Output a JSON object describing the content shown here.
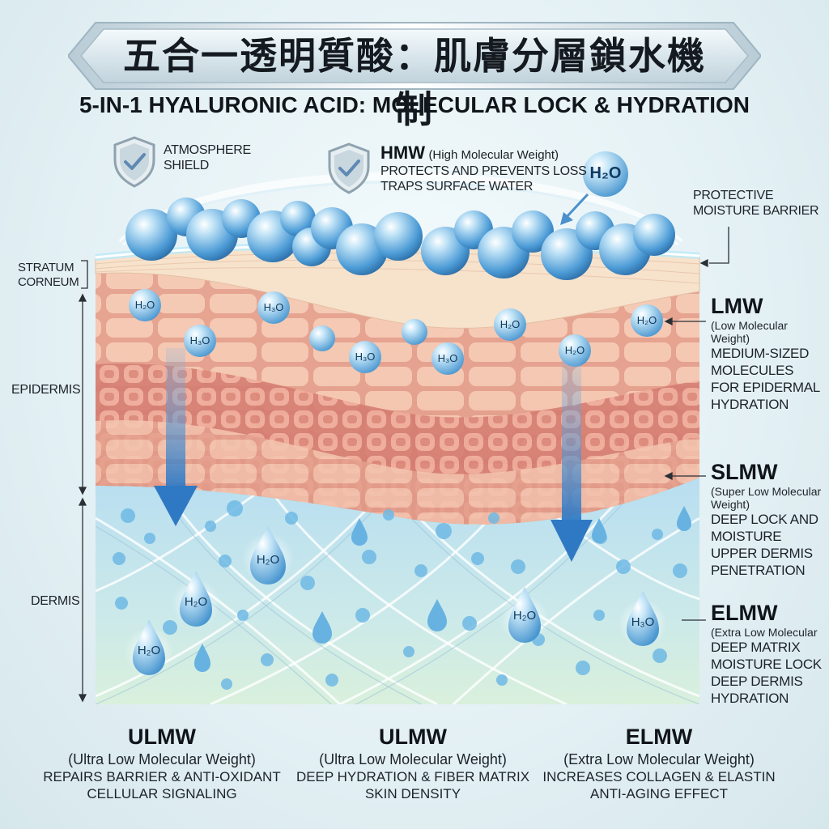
{
  "titles": {
    "chinese": "五合一透明質酸：肌膚分層鎖水機制",
    "english": "5-IN-1 HYALURONIC ACID: MOLECULAR LOCK & HYDRATION"
  },
  "top_labels": {
    "atmosphere_shield": [
      "ATMOSPHERE",
      "SHIELD"
    ],
    "hmw": {
      "heading": "HMW",
      "sub": "(High Molecular Weight)",
      "desc": [
        "PROTECTS AND PREVENTS LOSS",
        "TRAPS SURFACE WATER"
      ]
    },
    "protective_barrier": [
      "PROTECTIVE",
      "MOISTURE BARRIER"
    ]
  },
  "layers": {
    "stratum_corneum": [
      "STRATUM",
      "CORNEUM"
    ],
    "epidermis": "EPIDERMIS",
    "dermis": "DERMIS"
  },
  "right_labels": {
    "lmw": {
      "heading": "LMW",
      "sub": [
        "(Low Molecular",
        "Weight)"
      ],
      "desc": [
        "MEDIUM-SIZED",
        "MOLECULES",
        "FOR EPIDERMAL",
        "HYDRATION"
      ]
    },
    "slmw": {
      "heading": "SLMW",
      "sub": [
        "(Super Low Molecular",
        "Weight)"
      ],
      "desc": [
        "DEEP LOCK AND",
        "MOISTURE",
        "UPPER DERMIS",
        "PENETRATION"
      ]
    },
    "elmw": {
      "heading": "ELMW",
      "sub": [
        "(Extra Low Molecular"
      ],
      "desc": [
        "DEEP MATRIX",
        "MOISTURE LOCK",
        "DEEP DERMIS",
        "HYDRATION"
      ]
    }
  },
  "water_labels": {
    "h2o": "H₂O",
    "h3o": "H₃O"
  },
  "bottom_captions": [
    {
      "heading": "ULMW",
      "sub": "(Ultra Low Molecular Weight)",
      "desc": [
        "REPAIRS BARRIER & ANTI-OXIDANT",
        "CELLULAR SIGNALING"
      ]
    },
    {
      "heading": "ULMW",
      "sub": "(Ultra Low Molecular Weight)",
      "desc": [
        "DEEP HYDRATION & FIBER MATRIX",
        "SKIN DENSITY"
      ]
    },
    {
      "heading": "ELMW",
      "sub": "(Extra Low Molecular Weight)",
      "desc": [
        "INCREASES COLLAGEN & ELASTIN",
        "ANTI-AGING EFFECT"
      ]
    }
  ],
  "colors": {
    "accent_blue": "#3f8fd1",
    "epidermis_cell": "#f6c7ae",
    "epidermis_mortar": "#e49a86",
    "dermis_blue": "#bfe3ee",
    "text_dark": "#141a20"
  }
}
